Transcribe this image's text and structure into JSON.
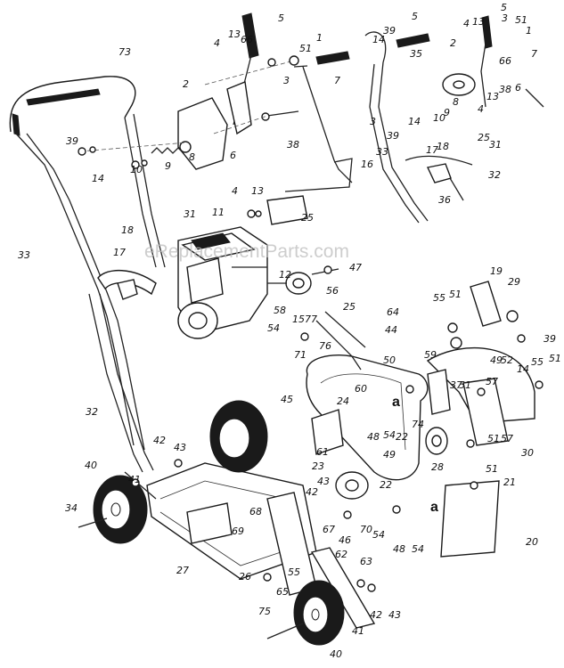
{
  "watermark": "eReplacementParts.com",
  "detail_marker": "a",
  "callouts": [
    "1",
    "2",
    "3",
    "4",
    "5",
    "6",
    "7",
    "8",
    "9",
    "10",
    "11",
    "12",
    "13",
    "14",
    "15",
    "16",
    "17",
    "18",
    "19",
    "20",
    "21",
    "22",
    "23",
    "24",
    "25",
    "26",
    "27",
    "28",
    "29",
    "30",
    "31",
    "32",
    "33",
    "34",
    "35",
    "36",
    "37",
    "38",
    "39",
    "40",
    "41",
    "42",
    "43",
    "44",
    "45",
    "46",
    "47",
    "48",
    "49",
    "50",
    "51",
    "52",
    "54",
    "55",
    "56",
    "57",
    "58",
    "59",
    "60",
    "61",
    "62",
    "63",
    "64",
    "65",
    "66",
    "67",
    "68",
    "69",
    "70",
    "71",
    "73",
    "74",
    "75",
    "76",
    "77"
  ]
}
